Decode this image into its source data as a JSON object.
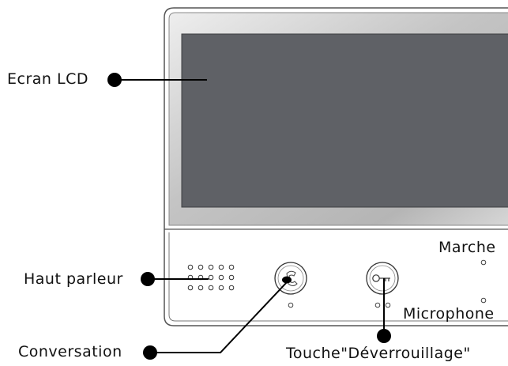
{
  "labels": {
    "screen": "Ecran LCD",
    "speaker": "Haut parleur",
    "talk": "Conversation",
    "unlock": "Touche\"Déverrouillage\"",
    "power": "Marche",
    "mic": "Microphone"
  },
  "colors": {
    "frame": "#bfbfbf",
    "screen": "#5f6166",
    "dot": "#000000"
  },
  "icons": {
    "talk_button": "handset-icon",
    "unlock_button": "key-icon"
  }
}
